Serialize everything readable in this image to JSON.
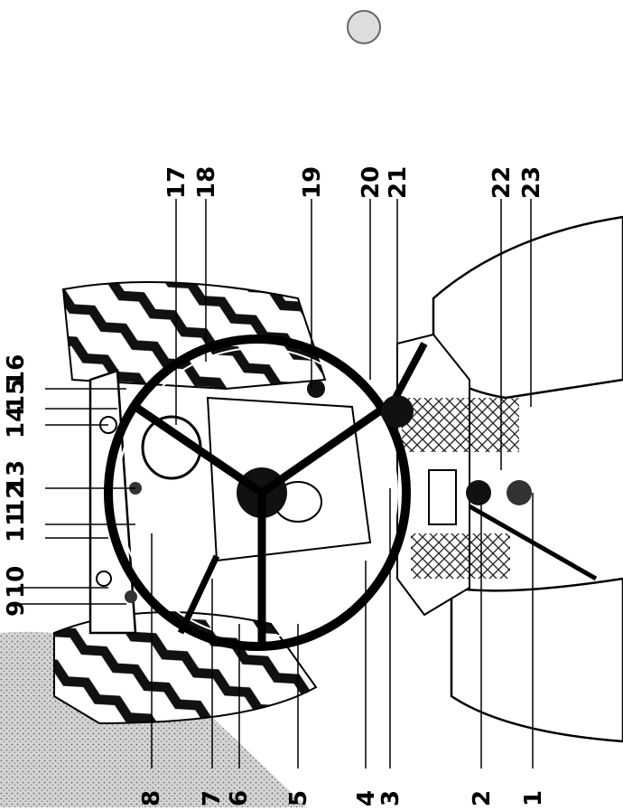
{
  "callouts": {
    "c1": "1",
    "c2": "2",
    "c3": "3",
    "c4": "4",
    "c5": "5",
    "c6": "6",
    "c7": "7",
    "c8": "8",
    "c9": "9",
    "c10": "10",
    "c11": "11",
    "c12": "12",
    "c13": "13",
    "c14": "14",
    "c15": "15",
    "c16": "16",
    "c17": "17",
    "c18": "18",
    "c19": "19",
    "c20": "20",
    "c21": "21",
    "c22": "22",
    "c23": "23"
  },
  "colors": {
    "ink": "#000000",
    "paper": "#ffffff",
    "mid": "#9a9a9a",
    "dark": "#2a2a2a"
  }
}
